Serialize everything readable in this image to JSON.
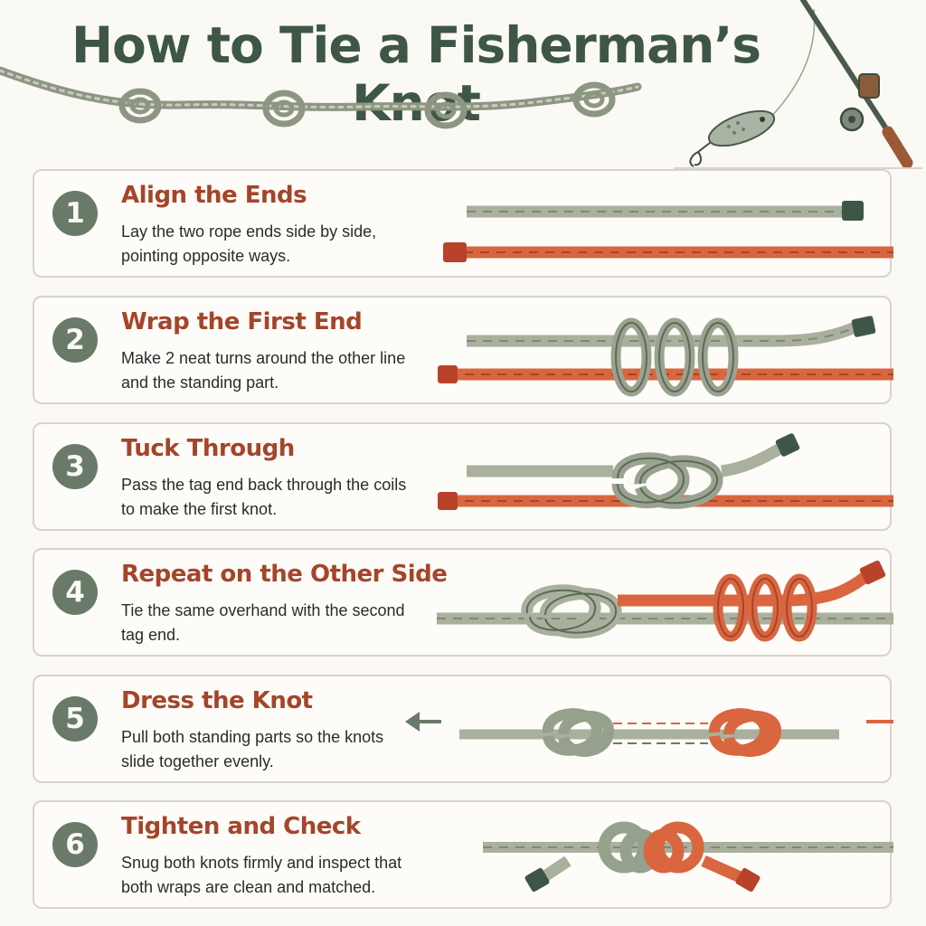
{
  "title": "How to Tie a Fisherman’s Knot",
  "colors": {
    "title": "#3e5646",
    "accent": "#a4452a",
    "badge": "#6a7a68",
    "rope_green": "#a9b09d",
    "rope_orange": "#d9663f",
    "card_border": "#d7d4cb"
  },
  "steps": [
    {
      "number": "1",
      "title": "Align the Ends",
      "description": "Lay the two rope ends side by side, pointing opposite ways."
    },
    {
      "number": "2",
      "title": "Wrap the First End",
      "description": "Make 2 neat turns around the other line and the standing part."
    },
    {
      "number": "3",
      "title": "Tuck Through",
      "description": "Pass the tag end back through the coils to make the first knot."
    },
    {
      "number": "4",
      "title": "Repeat on the Other Side",
      "description": "Tie the same overhand with the second tag end."
    },
    {
      "number": "5",
      "title": "Dress the Knot",
      "description": "Pull both standing parts so the knots slide together evenly."
    },
    {
      "number": "6",
      "title": "Tighten and Check",
      "description": "Snug both knots firmly and inspect that both wraps are clean and matched."
    }
  ]
}
